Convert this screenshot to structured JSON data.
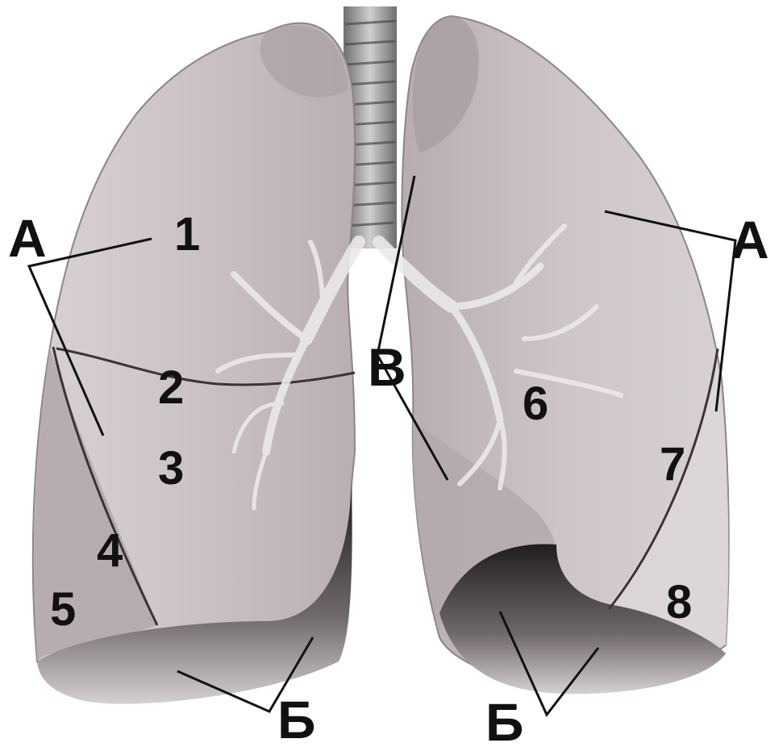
{
  "labels": {
    "lobe_1": "1",
    "fissure_2": "2",
    "lobe_3": "3",
    "fissure_4": "4",
    "lobe_5": "5",
    "lobe_6": "6",
    "fissure_7": "7",
    "lobe_8": "8",
    "letter_a_left": "А",
    "letter_a_right": "А",
    "letter_b_left": "Б",
    "letter_b_right": "Б",
    "letter_v": "В"
  },
  "colors": {
    "lung_surface": "#cfc7ca",
    "lung_shadow": "#a99fa4",
    "base_dark": "#2f2b2d",
    "trachea": "#9a9a9a",
    "bronchi": "#e9e6e7",
    "ink": "#111111"
  }
}
